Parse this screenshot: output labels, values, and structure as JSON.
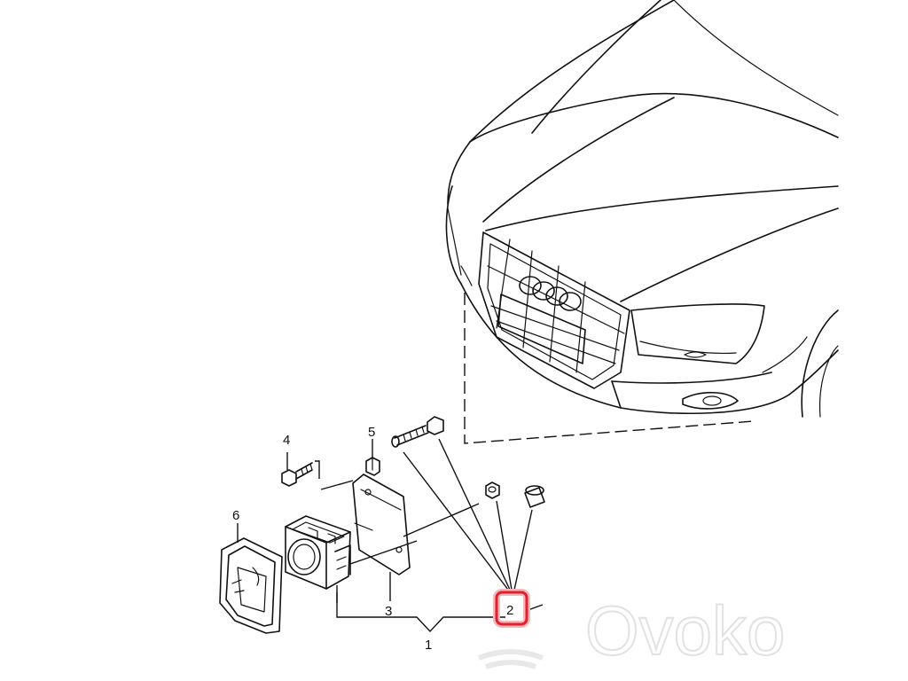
{
  "callouts": {
    "c1": "1",
    "c2": "2",
    "c3": "3",
    "c4": "4",
    "c5": "5",
    "c6": "6"
  },
  "watermark": {
    "text": "Ovoko"
  },
  "colors": {
    "line": "#111111",
    "highlight": "#e0202a",
    "watermark": "#e2e2e2"
  },
  "icons": {
    "watermark_logo": "ovoko-logo-icon"
  }
}
